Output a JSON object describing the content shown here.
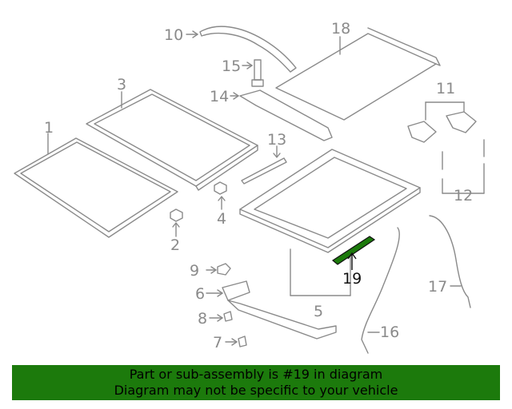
{
  "callouts": {
    "c1": "1",
    "c2": "2",
    "c3": "3",
    "c4": "4",
    "c5": "5",
    "c6": "6",
    "c7": "7",
    "c8": "8",
    "c9": "9",
    "c10": "10",
    "c11": "11",
    "c12": "12",
    "c13": "13",
    "c14": "14",
    "c15": "15",
    "c16": "16",
    "c17": "17",
    "c18": "18",
    "c19": "19"
  },
  "highlighted_part": "19",
  "caption": {
    "line1": "Part or sub-assembly is #19 in diagram",
    "line2": "Diagram may not be specific to your vehicle"
  },
  "colors": {
    "line": "#8a8a8a",
    "highlight_part": "#1c7a0c",
    "caption_background": "#1c7a0c",
    "caption_text": "#000000"
  }
}
